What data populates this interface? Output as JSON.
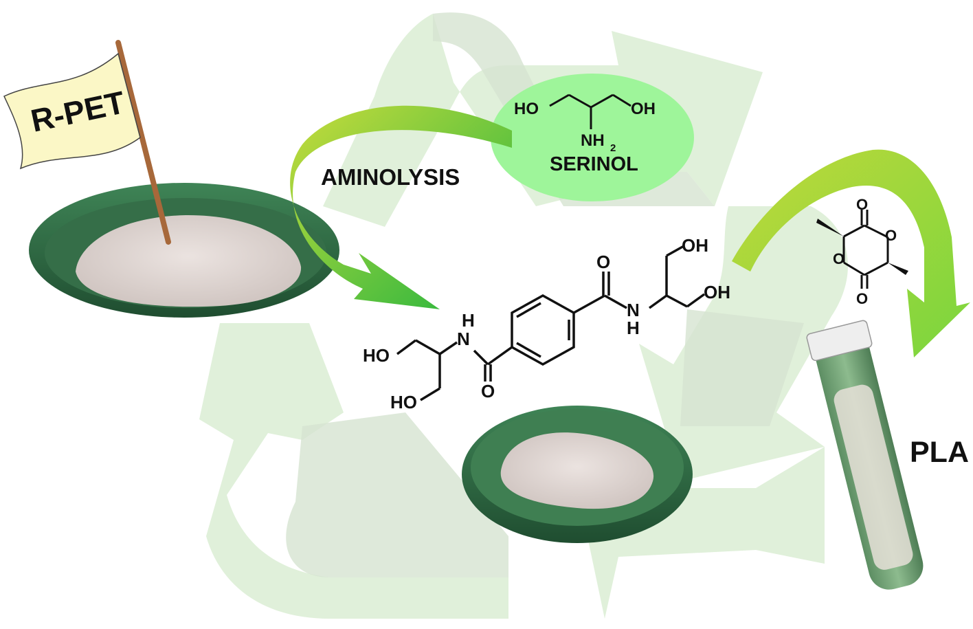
{
  "colors": {
    "recycle_light": "#dff0da",
    "recycle_dark": "#d9e2d4",
    "arrow_start": "#c4dd3a",
    "arrow_end": "#1fb33f",
    "serinol_bubble": "#9ef59a",
    "dish_green": "#2d6b43",
    "powder": "#e0d6d2",
    "flag": "#fbf7c6",
    "stick": "#a7683a"
  },
  "labels": {
    "flag": "R-PET",
    "aminolysis": "AMINOLYSIS",
    "serinol": "SERINOL",
    "pla": "PLA"
  },
  "chem": {
    "serinol": {
      "ho": "HO",
      "oh": "OH",
      "nh2": "NH",
      "nh2_sub": "2"
    },
    "diamide": {
      "o_top": "O",
      "o_bottom": "O",
      "nh_right_h": "H",
      "nh_right_n": "N",
      "nh_left_h": "H",
      "nh_left_n": "N",
      "oh_top": "OH",
      "oh_right": "OH",
      "ho_left": "HO",
      "ho_bottom": "HO"
    },
    "lactide": {
      "o1": "O",
      "o2": "O",
      "o3": "O",
      "o4": "O"
    }
  }
}
